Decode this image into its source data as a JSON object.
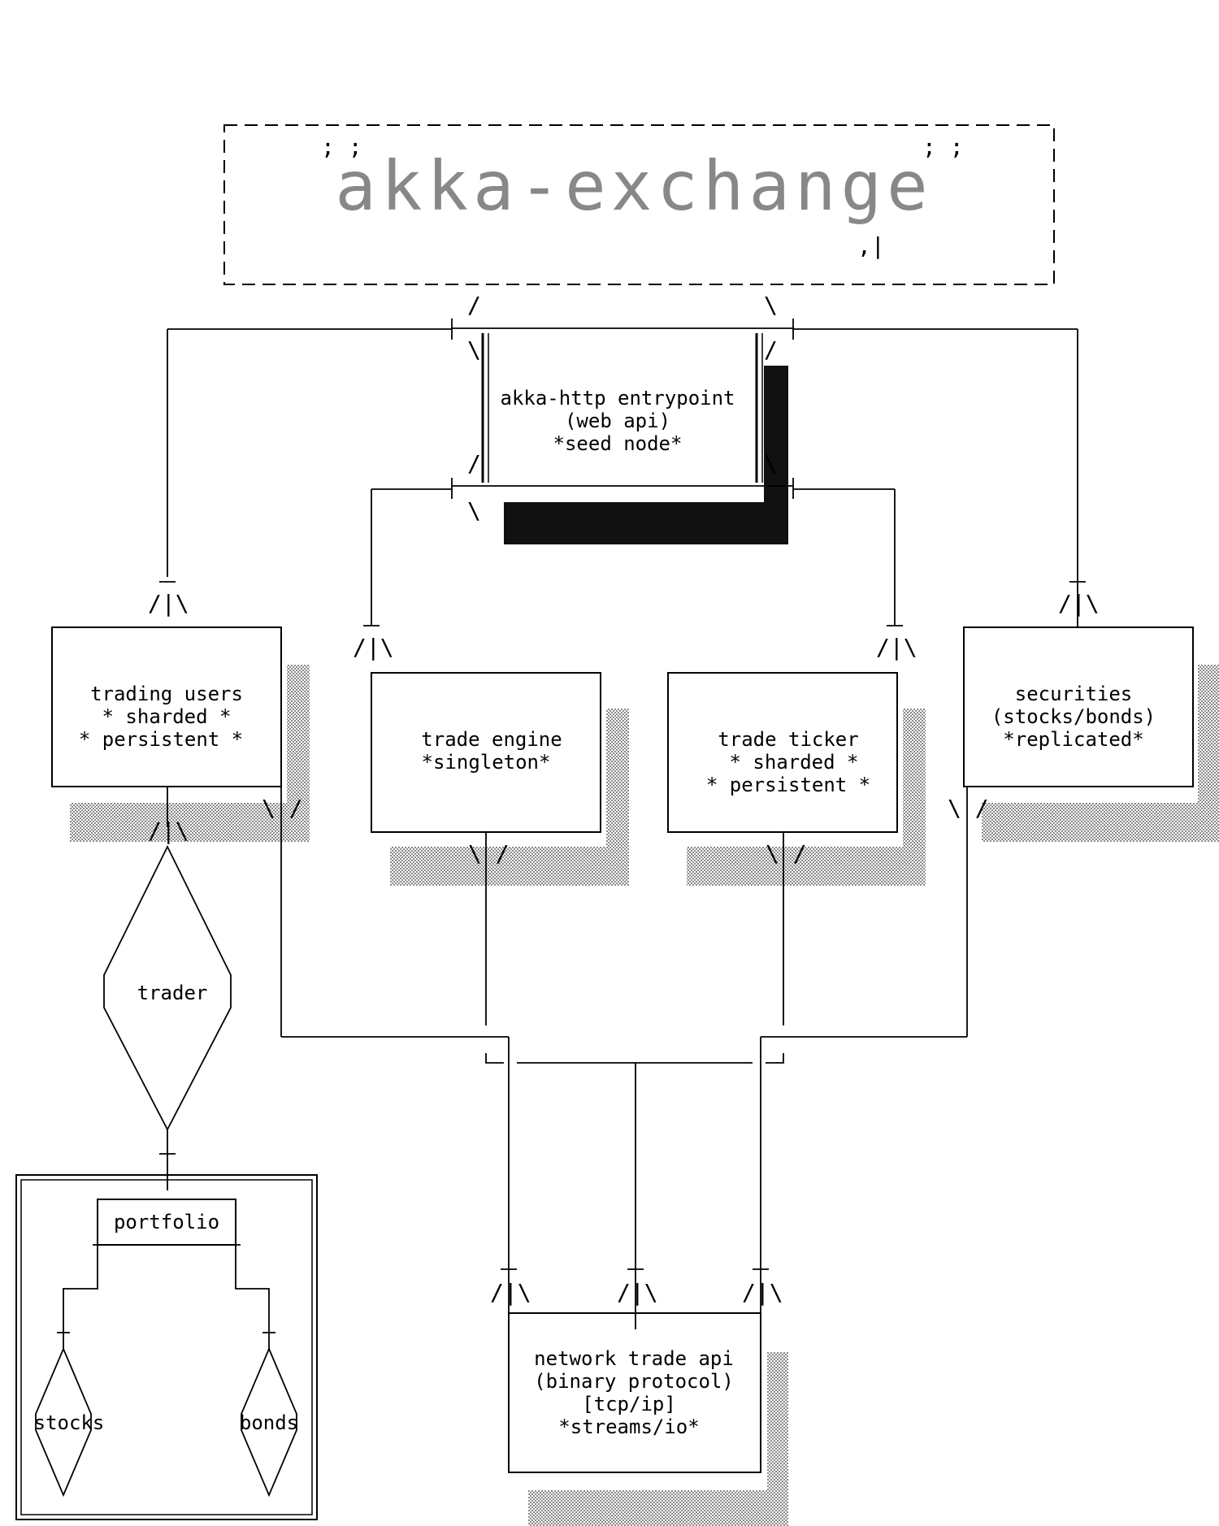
{
  "title": "akka-exchange",
  "entrypoint": {
    "line1": "akka-http entrypoint",
    "line2": "(web api)",
    "line3": "*seed node*"
  },
  "trading_users": {
    "line1": "trading users",
    "line2": "* sharded *",
    "line3": "* persistent *"
  },
  "trade_engine": {
    "line1": "trade engine",
    "line2": "*singleton*"
  },
  "trade_ticker": {
    "line1": "trade ticker",
    "line2": "* sharded *",
    "line3": "* persistent *"
  },
  "securities": {
    "line1": "securities",
    "line2": "(stocks/bonds)",
    "line3": "*replicated*"
  },
  "trader": {
    "label": "trader"
  },
  "portfolio": {
    "label": "portfolio"
  },
  "stocks": {
    "label": "stocks"
  },
  "bonds": {
    "label": "bonds"
  },
  "network_api": {
    "line1": "network trade api",
    "line2": "(binary protocol)",
    "line3": "[tcp/ip]",
    "line4": "*streams/io*"
  },
  "colors": {
    "ink": "#000000",
    "title": "#888888",
    "shade": "#bdbdbd",
    "solid": "#111111"
  }
}
